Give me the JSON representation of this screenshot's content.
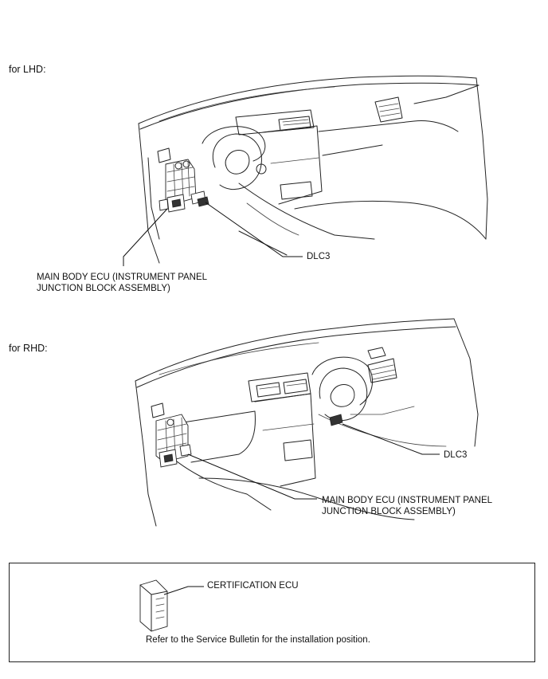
{
  "lhd": {
    "heading": "for LHD:",
    "labels": {
      "dlc3": "DLC3",
      "main_body_ecu_line1": "MAIN BODY ECU (INSTRUMENT PANEL",
      "main_body_ecu_line2": "JUNCTION BLOCK ASSEMBLY)"
    }
  },
  "rhd": {
    "heading": "for RHD:",
    "labels": {
      "dlc3": "DLC3",
      "main_body_ecu_line1": "MAIN BODY ECU (INSTRUMENT PANEL",
      "main_body_ecu_line2": "JUNCTION BLOCK ASSEMBLY)"
    }
  },
  "certification": {
    "label": "CERTIFICATION ECU",
    "note": "Refer to the Service Bulletin for the installation position."
  }
}
